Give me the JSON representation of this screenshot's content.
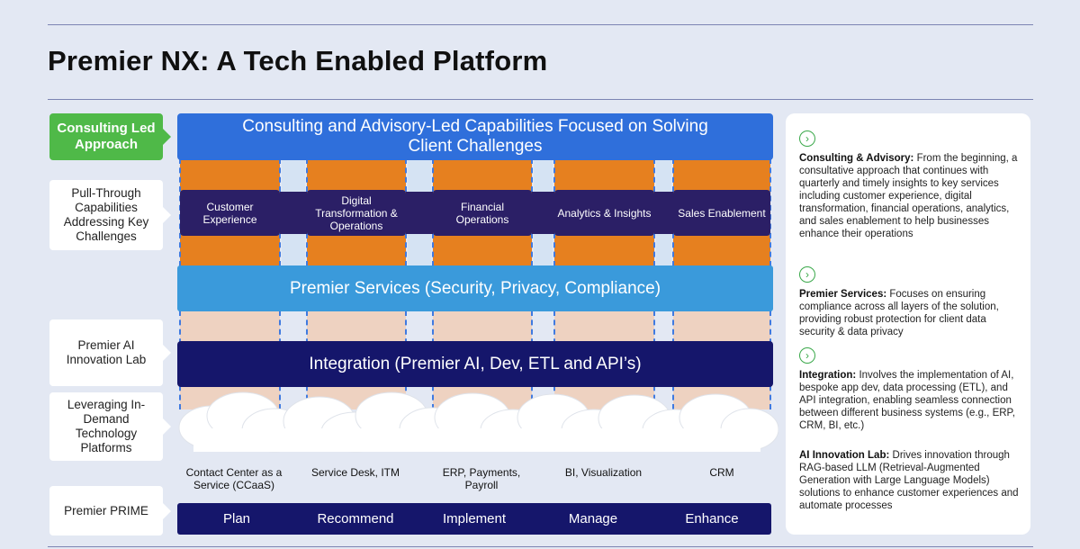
{
  "title": "Premier NX: A Tech Enabled Platform",
  "left_labels": {
    "consulting": "Consulting Led Approach",
    "pull_through": "Pull-Through Capabilities Addressing Key Challenges",
    "ai_lab": "Premier AI Innovation Lab",
    "platforms": "Leveraging In-Demand Technology Platforms",
    "prime": "Premier PRIME"
  },
  "top_bar": "Consulting and Advisory-Led Capabilities Focused on Solving Client Challenges",
  "capabilities": [
    "Customer Experience",
    "Digital Transformation & Operations",
    "Financial Operations",
    "Analytics & Insights",
    "Sales Enablement"
  ],
  "services_bar": "Premier Services (Security, Privacy, Compliance)",
  "integration_bar": "Integration (Premier AI, Dev, ETL and API’s)",
  "platforms": [
    "Contact Center as a Service (CCaaS)",
    "Service Desk, ITM",
    "ERP, Payments, Payroll",
    "BI, Visualization",
    "CRM"
  ],
  "prime_steps": [
    "Plan",
    "Recommend",
    "Implement",
    "Manage",
    "Enhance"
  ],
  "right_panel": [
    {
      "heading": "Consulting & Advisory:",
      "text": "From the beginning, a consultative approach that continues with quarterly and timely insights to key services including customer experience, digital transformation, financial operations, analytics, and sales enablement to help businesses enhance their operations"
    },
    {
      "heading": "Premier Services:",
      "text": "Focuses on ensuring compliance across all layers of the solution, providing robust protection for client data security & data privacy"
    },
    {
      "heading": "Integration:",
      "text": "Involves the implementation of AI, bespoke app dev, data processing (ETL), and API integration, enabling seamless connection between different business systems (e.g., ERP, CRM, BI, etc.)"
    },
    {
      "heading": "AI Innovation Lab:",
      "text": "Drives innovation through RAG-based LLM (Retrieval-Augmented Generation with Large Language Models) solutions to enhance customer experiences and automate processes"
    }
  ],
  "colors": {
    "orange": "#e6801f",
    "top_blue": "#2f6fdb",
    "services_blue": "#3a9adb",
    "navy": "#15166b",
    "capability": "#2b1f66",
    "green": "#4fb948"
  },
  "icons": {
    "section_marker": "chevron-right-circle-icon"
  }
}
